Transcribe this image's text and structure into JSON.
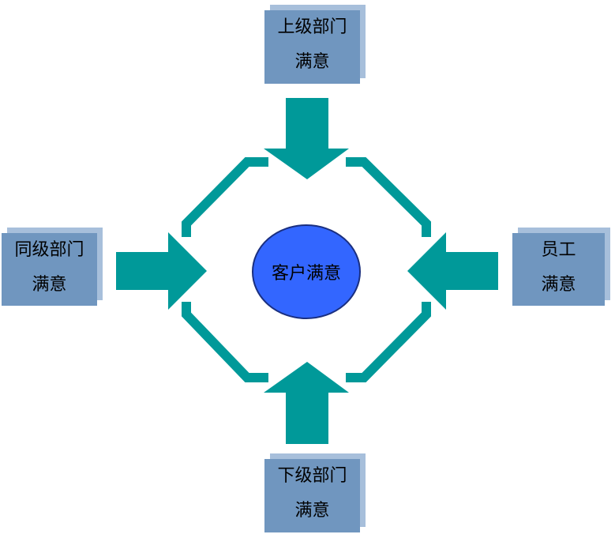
{
  "center": {
    "label": "客户满意"
  },
  "nodes": {
    "top": {
      "line1": "上级部门",
      "line2": "满意"
    },
    "left": {
      "line1": "同级部门",
      "line2": "满意"
    },
    "right": {
      "line1": "员工",
      "line2": "满意"
    },
    "bottom": {
      "line1": "下级部门",
      "line2": "满意"
    }
  },
  "colors": {
    "arrow": "#009999",
    "box": "#7096bf",
    "box_edge": "#a7bfdb",
    "center_fill": "#3366ff",
    "center_stroke": "#1a2f80"
  }
}
